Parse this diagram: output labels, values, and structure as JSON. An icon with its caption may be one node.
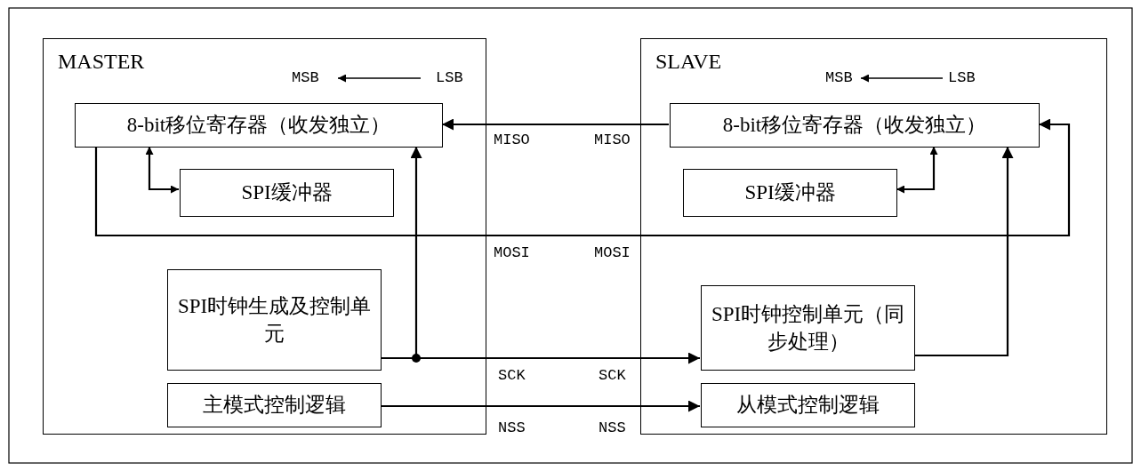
{
  "diagram": {
    "nodes": [
      {
        "text": [
          "MASTER"
        ]
      },
      {
        "text": [
          "8-bit移位寄存器（收发独立）"
        ],
        "in": 0
      },
      {
        "text": [
          "SPI缓冲器"
        ],
        "in": 0
      },
      {
        "text": [
          "SPI时钟生成及控制单元"
        ],
        "in": 0
      },
      {
        "text": [
          "主模式控制逻辑"
        ],
        "in": 0
      },
      {
        "text": [
          "SLAVE"
        ]
      },
      {
        "text": [
          "8-bit移位寄存器（收发独立）"
        ],
        "in": 5
      },
      {
        "text": [
          "SPI缓冲器"
        ],
        "in": 5
      },
      {
        "text": [
          "SPI时钟控制单元（同步处理）"
        ],
        "in": 5
      },
      {
        "text": [
          "从模式控制逻辑"
        ],
        "in": 5
      }
    ],
    "edges": [
      {
        "from": 1,
        "to": 2,
        "arrow": "both"
      },
      {
        "from": 6,
        "to": 7,
        "arrow": "both"
      },
      {
        "from": 6,
        "to": 1,
        "arrow": "to"
      },
      {
        "from": 1,
        "to": 6,
        "arrow": "to"
      },
      {
        "from": 3,
        "to": 1,
        "arrow": "to"
      },
      {
        "from": 3,
        "to": 8,
        "arrow": "to"
      },
      {
        "from": 8,
        "to": 6,
        "arrow": "to"
      },
      {
        "from": 4,
        "to": 9,
        "arrow": "to"
      }
    ],
    "labels": [
      "MSB",
      "LSB",
      "MSB",
      "LSB",
      "MISO",
      "MISO",
      "MOSI",
      "MOSI",
      "SCK",
      "SCK",
      "NSS",
      "NSS"
    ]
  }
}
